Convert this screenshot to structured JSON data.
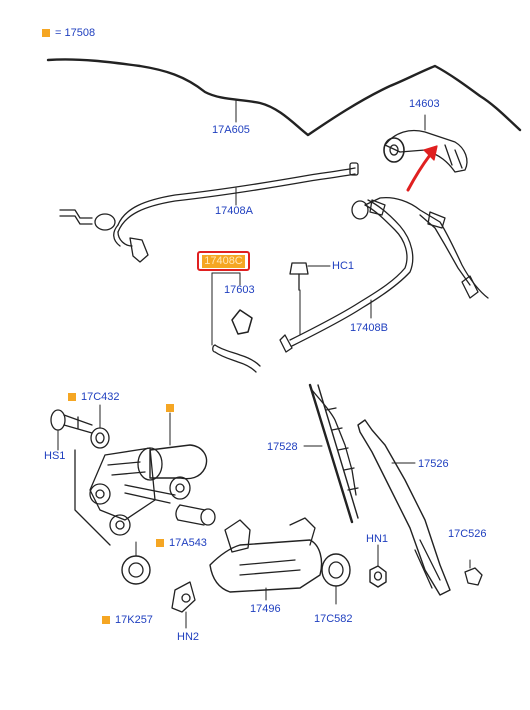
{
  "marker_color": "#f5a623",
  "label_color": "#1f3fbf",
  "highlight_color": "#e02020",
  "legend": {
    "marker_icon": "orange-square-icon",
    "text": "= 17508"
  },
  "parts": {
    "p17A605": "17A605",
    "p14603": "14603",
    "p17408A": "17408A",
    "p17408C": "17408C",
    "pHC1": "HC1",
    "p17603": "17603",
    "p17408B": "17408B",
    "p17C432": "17C432",
    "pHS1": "HS1",
    "p17528": "17528",
    "p17526": "17526",
    "p17A543": "17A543",
    "pHN1": "HN1",
    "p17C526": "17C526",
    "p17496": "17496",
    "p17K257": "17K257",
    "pHN2": "HN2",
    "p17C582": "17C582"
  }
}
